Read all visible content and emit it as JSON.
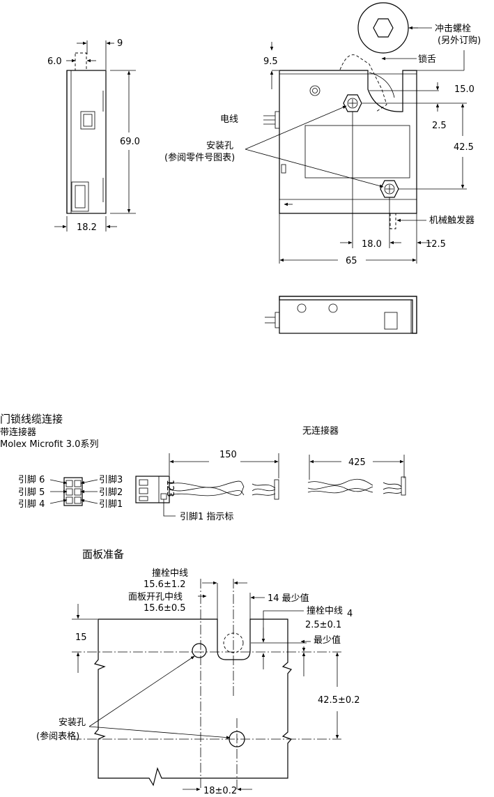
{
  "side_view": {
    "dim_top_left": "6.0",
    "dim_top_right": "9",
    "dim_height": "69.0",
    "dim_width": "18.2"
  },
  "front_view": {
    "dim_latch_offset": "9.5",
    "label_bolt": "冲击螺栓",
    "label_bolt_note": "(另外订购)",
    "label_latch": "锁舌",
    "dim_15": "15.0",
    "dim_2_5": "2.5",
    "dim_42_5": "42.5",
    "label_wire": "电线",
    "label_mount_hole": "安装孔",
    "label_mount_hole_note": "(参阅零件号图表)",
    "label_trigger": "机械触发器",
    "dim_18": "18.0",
    "dim_12_5": "12.5",
    "dim_65": "65"
  },
  "cable": {
    "title": "门锁线缆连接",
    "with_connector": "带连接器",
    "connector_model": "Molex Microfit 3.0系列",
    "pin6": "引脚 6",
    "pin5": "引脚 5",
    "pin4": "引脚 4",
    "pin3": "引脚3",
    "pin2": "引脚2",
    "pin1": "引脚1",
    "conn_digits": "123",
    "length_with": "150",
    "pin1_indicator": "引脚1 指示标",
    "without_connector": "无连接器",
    "length_without": "425"
  },
  "panel": {
    "title": "面板准备",
    "bolt_center": "撞栓中线",
    "bolt_center_dim": "15.6±1.2",
    "panel_hole_center": "面板开孔中线",
    "panel_hole_dim": "15.6±0.5",
    "min_14": "14 最少值",
    "bolt_center_2": "撞栓中线",
    "bolt_center_2_mark": "4",
    "dim_2_5": "2.5±0.1",
    "min_label": "最少值",
    "dim_15": "15",
    "dim_42_5": "42.5±0.2",
    "label_mount_hole": "安装孔",
    "label_mount_hole_note": "(参阅表格)",
    "dim_18": "18±0.2"
  }
}
